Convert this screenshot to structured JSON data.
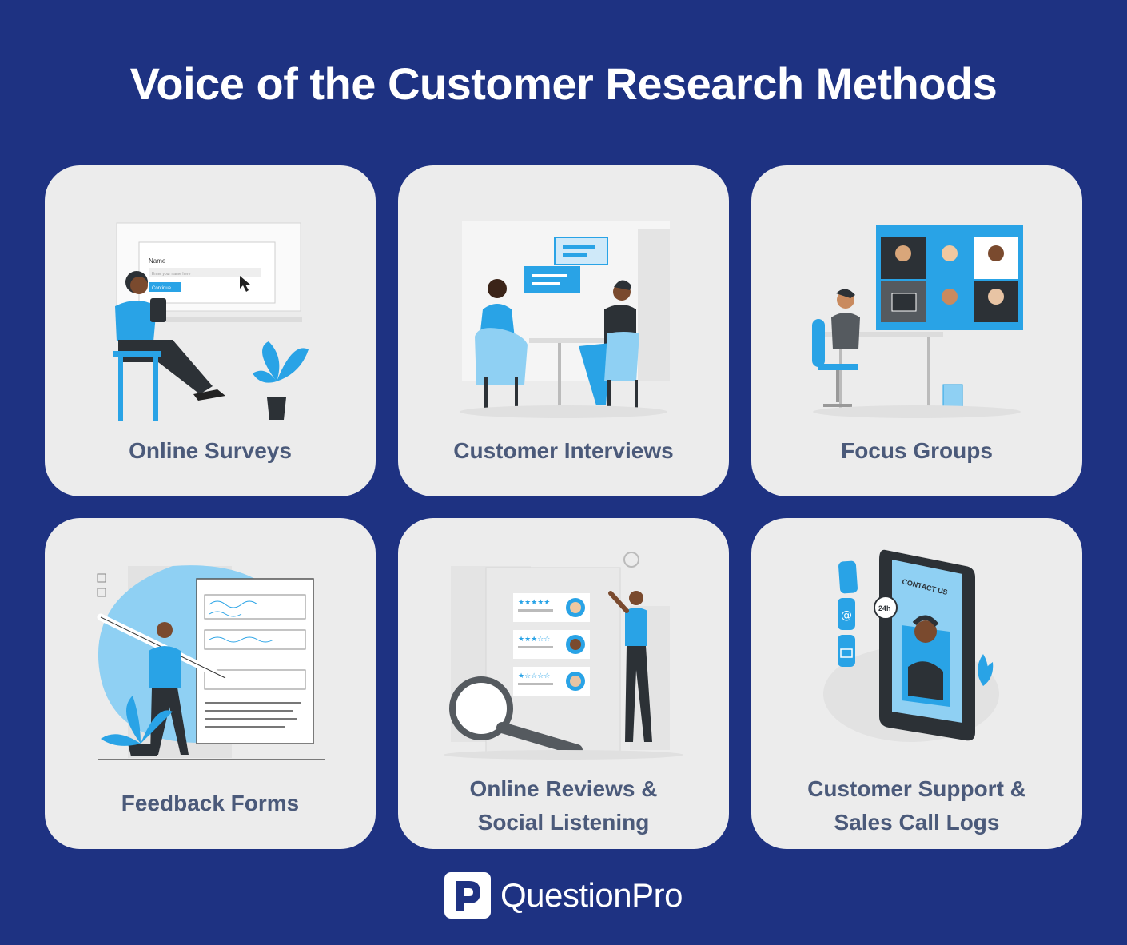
{
  "title": "Voice of the Customer Research Methods",
  "colors": {
    "background": "#1e3282",
    "card": "#ececec",
    "label": "#4b5a7a",
    "accent": "#29a3e6",
    "dark": "#2c3136"
  },
  "cards": [
    {
      "label": "Online Surveys",
      "illustration": "survey-form-illustration",
      "form_field": "Name",
      "form_placeholder": "Enter your name here",
      "form_button": "Continue"
    },
    {
      "label": "Customer Interviews",
      "illustration": "interview-illustration"
    },
    {
      "label": "Focus Groups",
      "illustration": "video-call-illustration"
    },
    {
      "label": "Feedback Forms",
      "illustration": "feedback-form-illustration"
    },
    {
      "label_line1": "Online Reviews &",
      "label_line2": "Social Listening",
      "illustration": "reviews-illustration"
    },
    {
      "label_line1": "Customer Support &",
      "label_line2": "Sales Call Logs",
      "illustration": "contact-us-phone-illustration",
      "phone_text": "CONTACT US",
      "badge": "24h"
    }
  ],
  "footer": {
    "brand": "QuestionPro",
    "logo_icon": "questionpro-logo-icon"
  }
}
